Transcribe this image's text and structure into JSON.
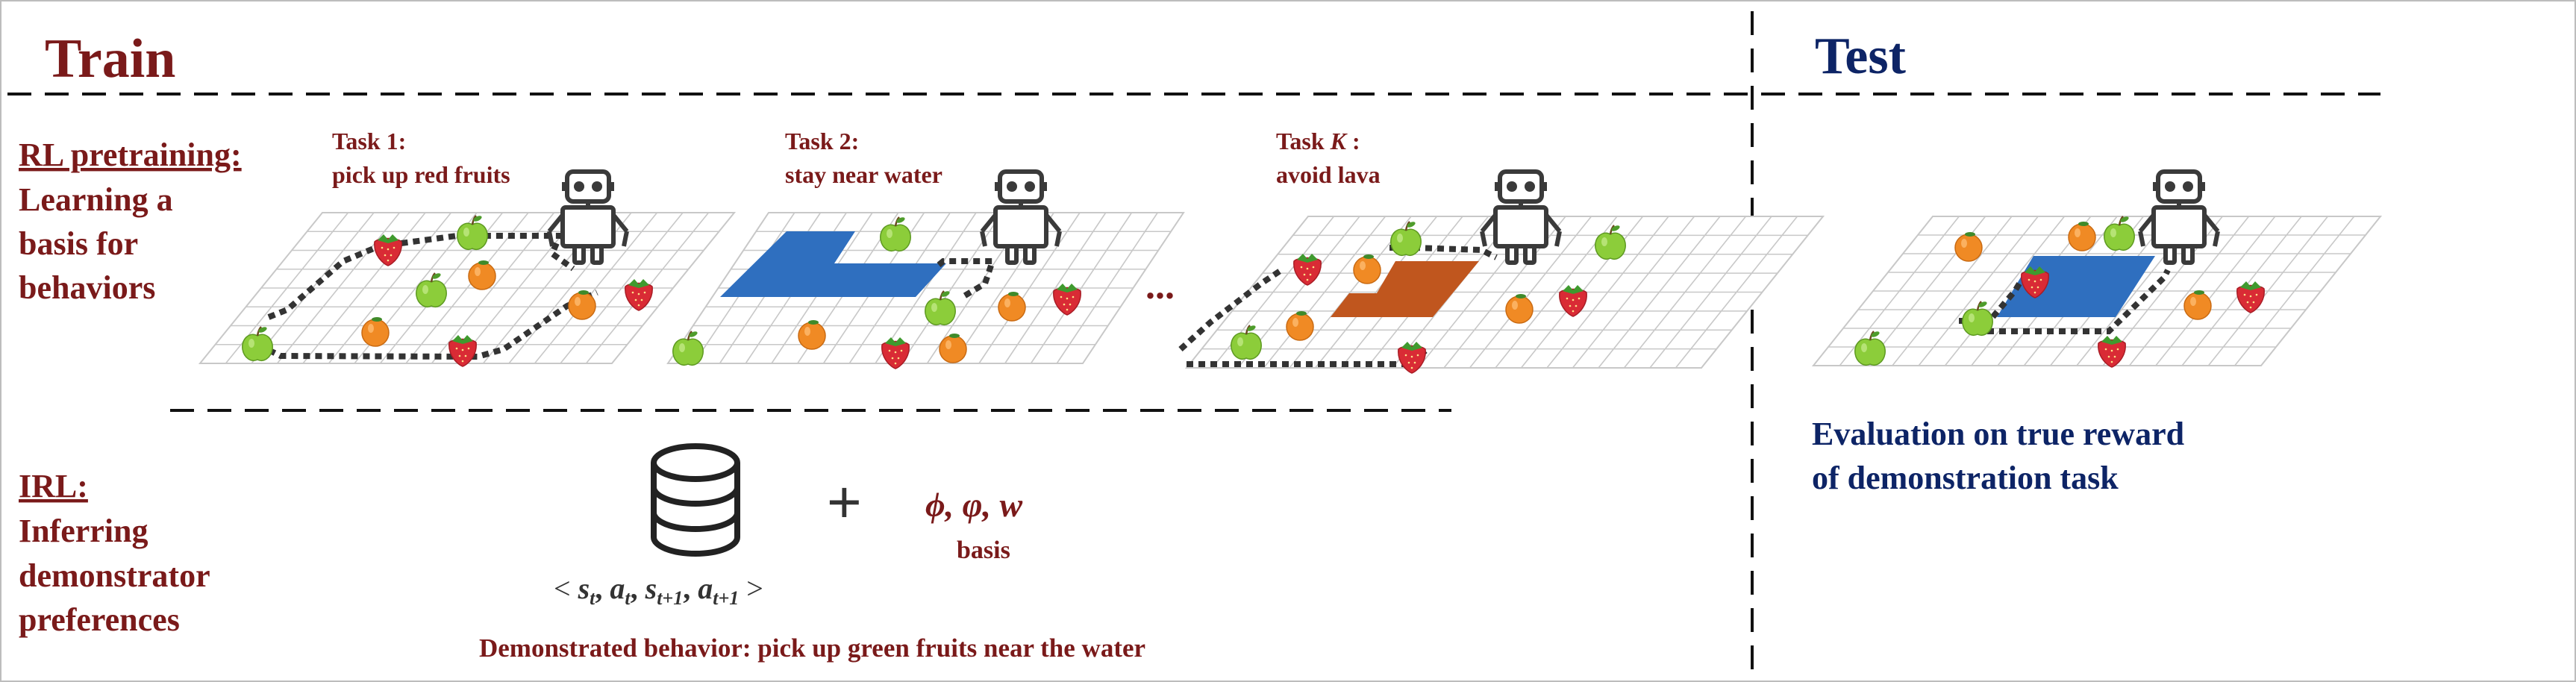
{
  "colors": {
    "train": "#7a1a1a",
    "test": "#0d2466",
    "water": "#2f6fbf",
    "lava": "#c0561e",
    "grid": "#c8c8c8",
    "path": "#333333",
    "robot": "#3a3a3a",
    "apple": "#8ccd3a",
    "orange": "#f08a24",
    "strawberry": "#d92b35"
  },
  "train": {
    "heading": "Train"
  },
  "test": {
    "heading": "Test",
    "evaluation_line1": "Evaluation on true reward",
    "evaluation_line2": "of demonstration task"
  },
  "rl_pretraining": {
    "heading": "RL pretraining:",
    "lines": [
      "Learning a",
      "basis for",
      "behaviors"
    ]
  },
  "tasks": [
    {
      "title": "Task 1:",
      "description": "pick up red fruits",
      "region": "none"
    },
    {
      "title": "Task 2:",
      "description": "stay near water",
      "region": "water"
    },
    {
      "title_prefix": "Task ",
      "title_var": "K",
      "title_suffix": " :",
      "description": "avoid lava",
      "region": "lava"
    }
  ],
  "ellipsis": "...",
  "irl": {
    "heading": "IRL:",
    "lines": [
      "Inferring",
      "demonstrator",
      "preferences"
    ]
  },
  "database_icon": "database-icon",
  "demo_tuple": "< s_t, a_t, s_{t+1}, a_{t+1} >",
  "plus": "+",
  "basis_symbols": "ϕ, φ, w",
  "basis_label": "basis",
  "demonstrated_behavior": "Demonstrated behavior: pick up green fruits near the water",
  "icons": [
    "robot-icon",
    "apple-icon",
    "orange-icon",
    "strawberry-icon"
  ]
}
